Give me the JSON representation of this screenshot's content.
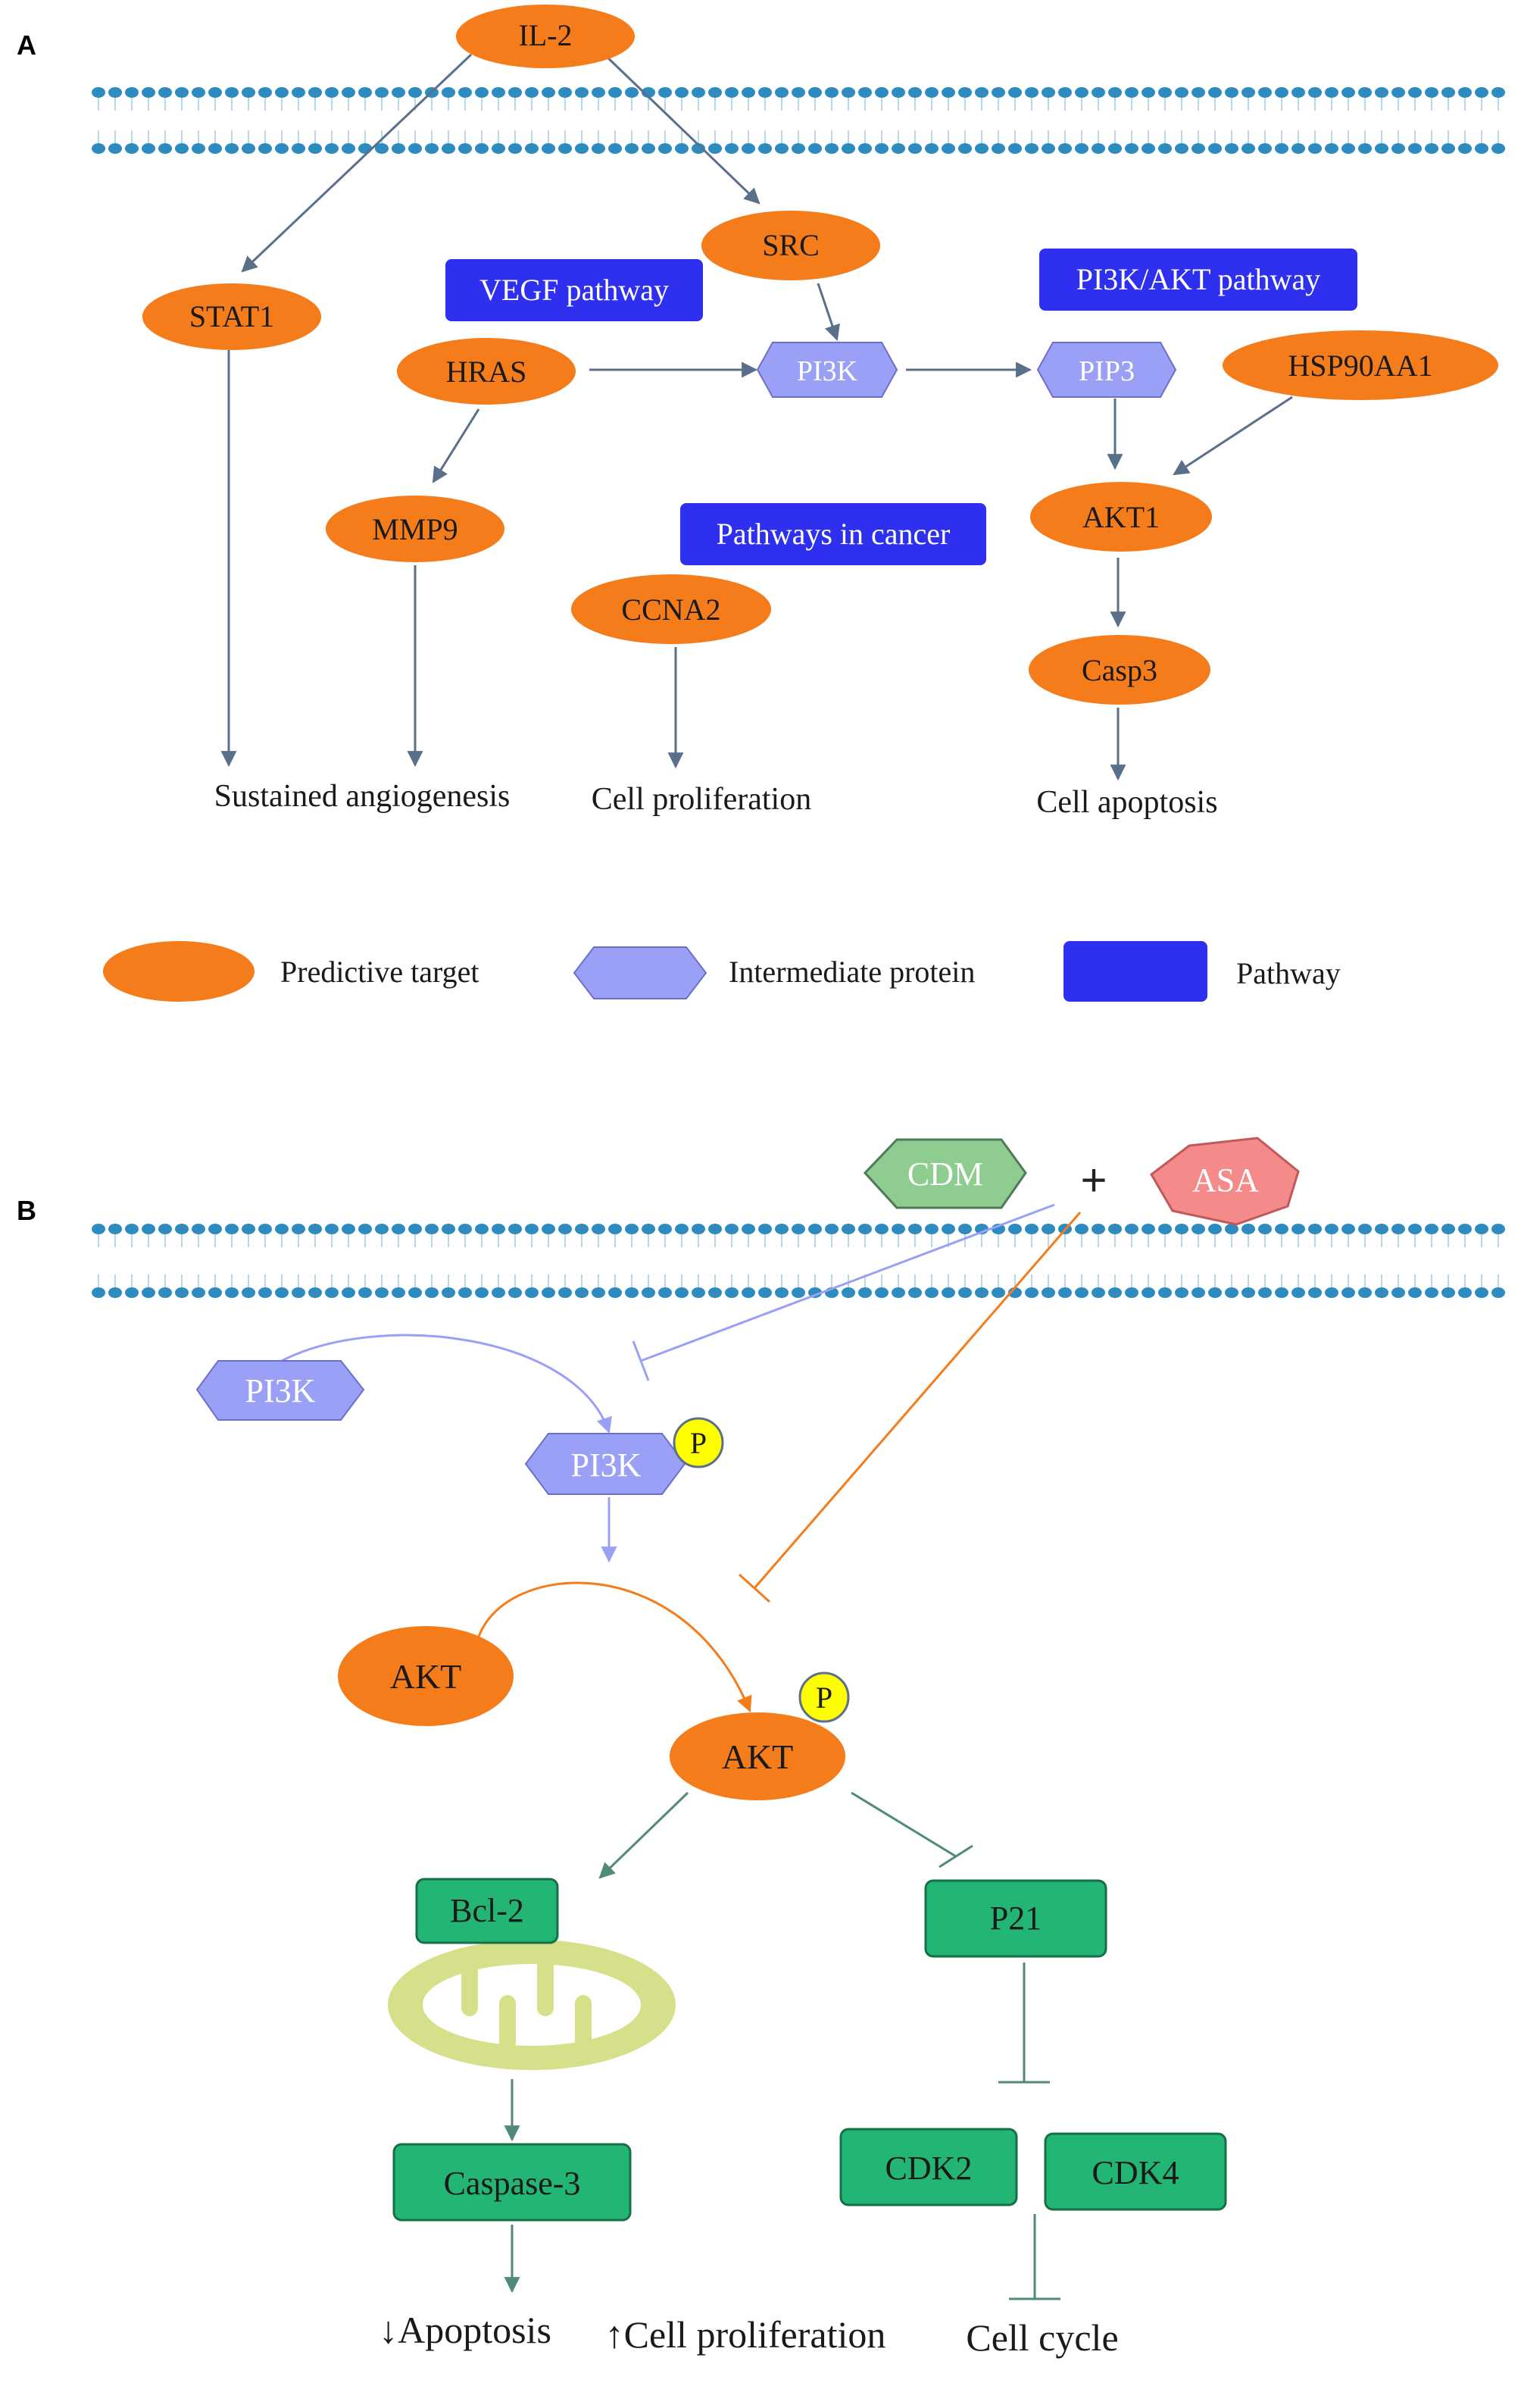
{
  "panel_a": {
    "label": "A",
    "nodes": {
      "il2": "IL-2",
      "stat1": "STAT1",
      "src": "SRC",
      "vegf_pathway": "VEGF pathway",
      "pi3k_akt_pathway": "PI3K/AKT pathway",
      "hras": "HRAS",
      "pi3k": "PI3K",
      "pip3": "PIP3",
      "hsp90aa1": "HSP90AA1",
      "mmp9": "MMP9",
      "pathways_in_cancer": "Pathways in cancer",
      "akt1": "AKT1",
      "ccna2": "CCNA2",
      "casp3": "Casp3"
    },
    "outcomes": {
      "angiogenesis": "Sustained angiogenesis",
      "proliferation": "Cell proliferation",
      "apoptosis": "Cell apoptosis"
    },
    "legend": {
      "predictive_target": "Predictive target",
      "intermediate_protein": "Intermediate protein",
      "pathway": "Pathway"
    }
  },
  "panel_b": {
    "label": "B",
    "drugs": {
      "cdm": "CDM",
      "plus": "+",
      "asa": "ASA"
    },
    "nodes": {
      "pi3k": "PI3K",
      "pi3k_p": "PI3K",
      "p_badge_1": "P",
      "akt": "AKT",
      "akt_p": "AKT",
      "p_badge_2": "P",
      "bcl2": "Bcl-2",
      "p21": "P21",
      "caspase3": "Caspase-3",
      "cdk2": "CDK2",
      "cdk4": "CDK4"
    },
    "outcomes": {
      "apoptosis": "↓Apoptosis",
      "proliferation": "↑Cell proliferation",
      "cell_cycle": "Cell cycle"
    }
  },
  "colors": {
    "orange": "#f57c1b",
    "lavender": "#9aa0f5",
    "pathway_blue": "#2f2ff0",
    "membrane_blue": "#2e8bc0",
    "green": "#22b573",
    "cdm_green": "#8fcc8f",
    "asa_pink": "#f48a8a",
    "phospho_yellow": "#ffff00",
    "mito_yellow": "#d6e08a",
    "arrow_grey": "#5a6f8a",
    "arrow_teal": "#4f8a7a"
  }
}
